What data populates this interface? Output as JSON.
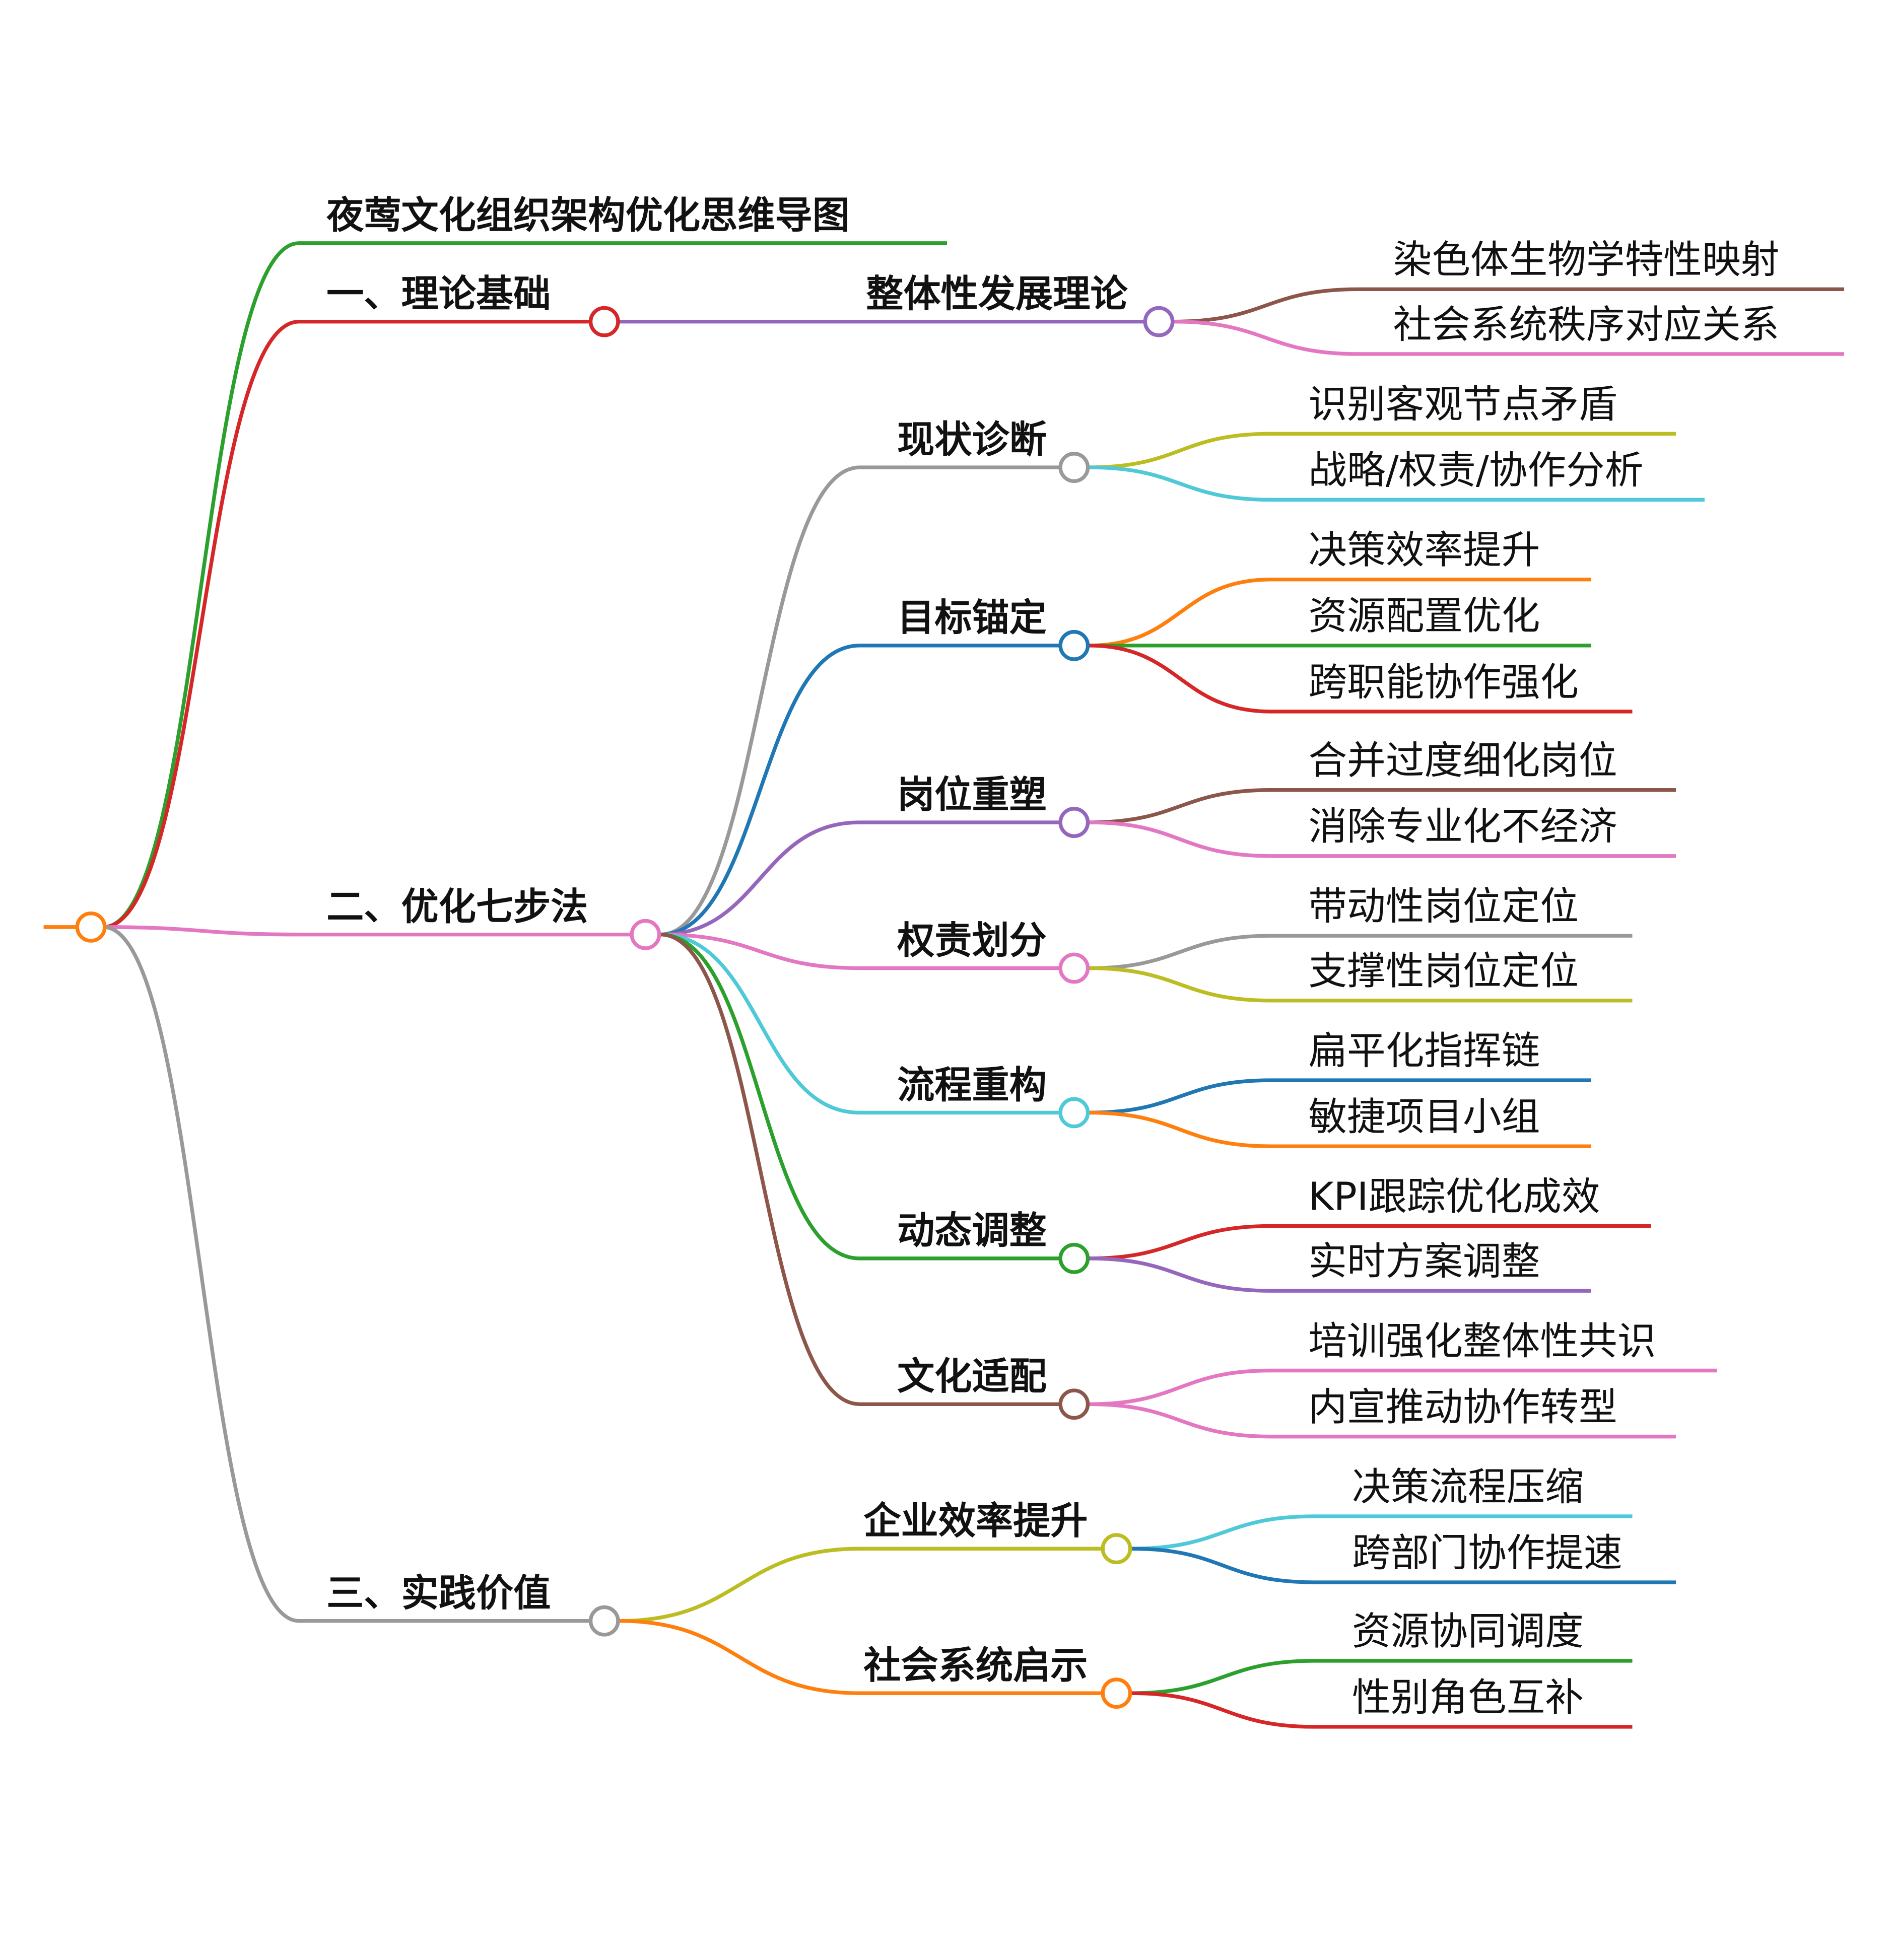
{
  "root": {
    "color": "#ff7f0e"
  },
  "branches": [
    {
      "label": "夜莺文化组织架构优化思维导图",
      "color": "#2ca02c",
      "children": []
    },
    {
      "label": "一、理论基础",
      "color": "#d62728",
      "children": [
        {
          "label": "整体性发展理论",
          "color": "#9467bd",
          "children": [
            {
              "label": "染色体生物学特性映射",
              "color": "#8c564b"
            },
            {
              "label": "社会系统秩序对应关系",
              "color": "#e377c2"
            }
          ]
        }
      ]
    },
    {
      "label": "二、优化七步法",
      "color": "#e377c2",
      "children": [
        {
          "label": "现状诊断",
          "color": "#999999",
          "children": [
            {
              "label": "识别客观节点矛盾",
              "color": "#bcbd22"
            },
            {
              "label": "战略/权责/协作分析",
              "color": "#4fc9d8"
            }
          ]
        },
        {
          "label": "目标锚定",
          "color": "#1f77b4",
          "children": [
            {
              "label": "决策效率提升",
              "color": "#ff7f0e"
            },
            {
              "label": "资源配置优化",
              "color": "#2ca02c"
            },
            {
              "label": "跨职能协作强化",
              "color": "#d62728"
            }
          ]
        },
        {
          "label": "岗位重塑",
          "color": "#9467bd",
          "children": [
            {
              "label": "合并过度细化岗位",
              "color": "#8c564b"
            },
            {
              "label": "消除专业化不经济",
              "color": "#e377c2"
            }
          ]
        },
        {
          "label": "权责划分",
          "color": "#e377c2",
          "children": [
            {
              "label": "带动性岗位定位",
              "color": "#999999"
            },
            {
              "label": "支撑性岗位定位",
              "color": "#bcbd22"
            }
          ]
        },
        {
          "label": "流程重构",
          "color": "#4fc9d8",
          "children": [
            {
              "label": "扁平化指挥链",
              "color": "#1f77b4"
            },
            {
              "label": "敏捷项目小组",
              "color": "#ff7f0e"
            }
          ]
        },
        {
          "label": "动态调整",
          "color": "#2ca02c",
          "children": [
            {
              "label": "KPI跟踪优化成效",
              "color": "#d62728"
            },
            {
              "label": "实时方案调整",
              "color": "#9467bd"
            }
          ]
        },
        {
          "label": "文化适配",
          "color": "#8c564b",
          "children": [
            {
              "label": "培训强化整体性共识",
              "color": "#e377c2"
            },
            {
              "label": "内宣推动协作转型",
              "color": "#e377c2"
            }
          ]
        }
      ]
    },
    {
      "label": "三、实践价值",
      "color": "#999999",
      "children": [
        {
          "label": "企业效率提升",
          "color": "#bcbd22",
          "children": [
            {
              "label": "决策流程压缩",
              "color": "#4fc9d8"
            },
            {
              "label": "跨部门协作提速",
              "color": "#1f77b4"
            }
          ]
        },
        {
          "label": "社会系统启示",
          "color": "#ff7f0e",
          "children": [
            {
              "label": "资源协同调度",
              "color": "#2ca02c"
            },
            {
              "label": "性别角色互补",
              "color": "#d62728"
            }
          ]
        }
      ]
    }
  ]
}
